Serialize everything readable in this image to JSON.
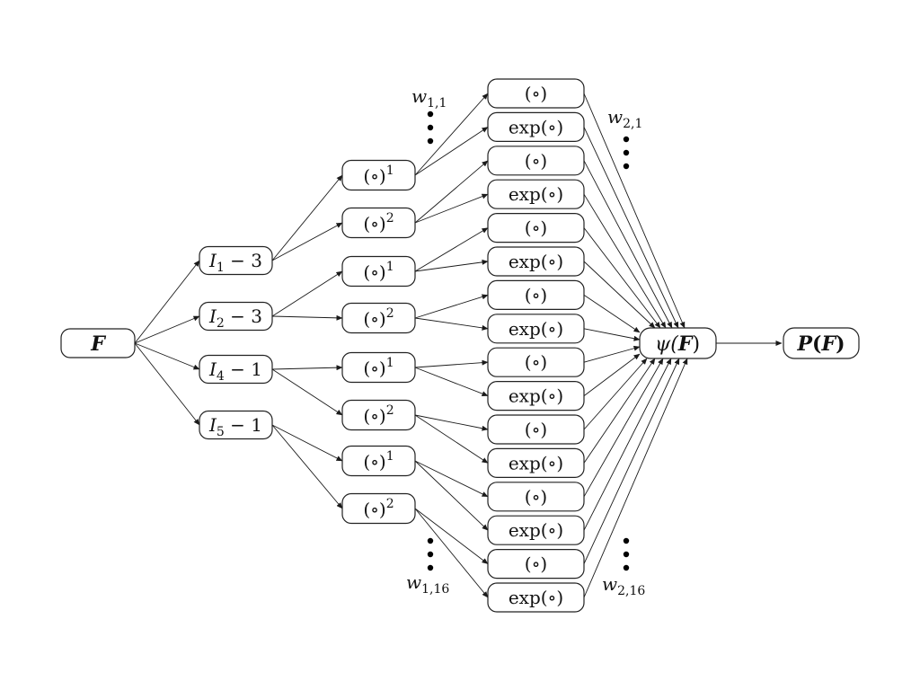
{
  "nodes": {
    "input": {
      "label": "F",
      "style": "bold-italic"
    },
    "inv": [
      {
        "label": "I",
        "sub": "1",
        "rest": " − 3"
      },
      {
        "label": "I",
        "sub": "2",
        "rest": " − 3"
      },
      {
        "label": "I",
        "sub": "4",
        "rest": " − 1"
      },
      {
        "label": "I",
        "sub": "5",
        "rest": " − 1"
      }
    ],
    "powers": [
      {
        "base": "(∘)",
        "sup": "1"
      },
      {
        "base": "(∘)",
        "sup": "2"
      },
      {
        "base": "(∘)",
        "sup": "1"
      },
      {
        "base": "(∘)",
        "sup": "2"
      },
      {
        "base": "(∘)",
        "sup": "1"
      },
      {
        "base": "(∘)",
        "sup": "2"
      },
      {
        "base": "(∘)",
        "sup": "1"
      },
      {
        "base": "(∘)",
        "sup": "2"
      }
    ],
    "acts": [
      "(∘)",
      "exp(∘)",
      "(∘)",
      "exp(∘)",
      "(∘)",
      "exp(∘)",
      "(∘)",
      "exp(∘)",
      "(∘)",
      "exp(∘)",
      "(∘)",
      "exp(∘)",
      "(∘)",
      "exp(∘)",
      "(∘)",
      "exp(∘)"
    ],
    "psi": {
      "pre": "ψ(",
      "bold": "F",
      "post": ")"
    },
    "output": {
      "pre": "P",
      "mid": "(",
      "bold": "F",
      "post": ")"
    }
  },
  "weights": {
    "w1_top": {
      "base": "w",
      "sub": "1,1"
    },
    "w1_bottom": {
      "base": "w",
      "sub": "1,16"
    },
    "w2_top": {
      "base": "w",
      "sub": "2,1"
    },
    "w2_bottom": {
      "base": "w",
      "sub": "2,16"
    }
  },
  "colors": {
    "stroke": "#222222",
    "text": "#111111",
    "background": "#ffffff"
  }
}
